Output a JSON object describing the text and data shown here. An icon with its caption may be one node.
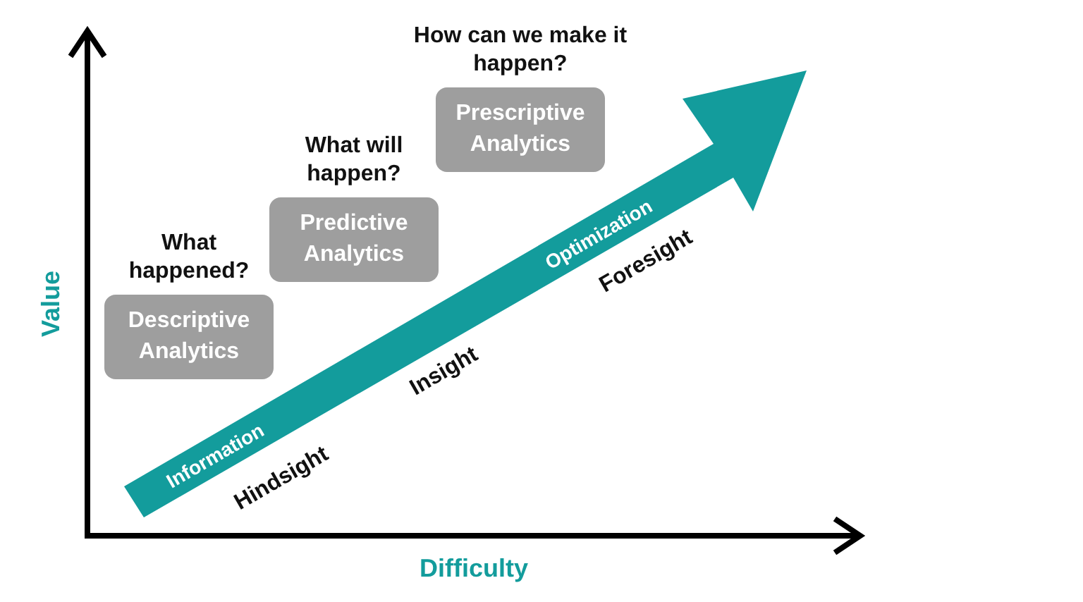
{
  "diagram": {
    "nodes": [
      {
        "text": [
          "What happened?",
          "Descriptive Analytics"
        ]
      },
      {
        "text": [
          "What will happen?",
          "Predictive Analytics"
        ]
      },
      {
        "text": [
          "How can we make it happen?",
          "Prescriptive Analytics"
        ]
      }
    ],
    "labels": [
      "Value",
      "Difficulty",
      "Information",
      "Optimization",
      "Hindsight",
      "Insight",
      "Foresight"
    ]
  }
}
